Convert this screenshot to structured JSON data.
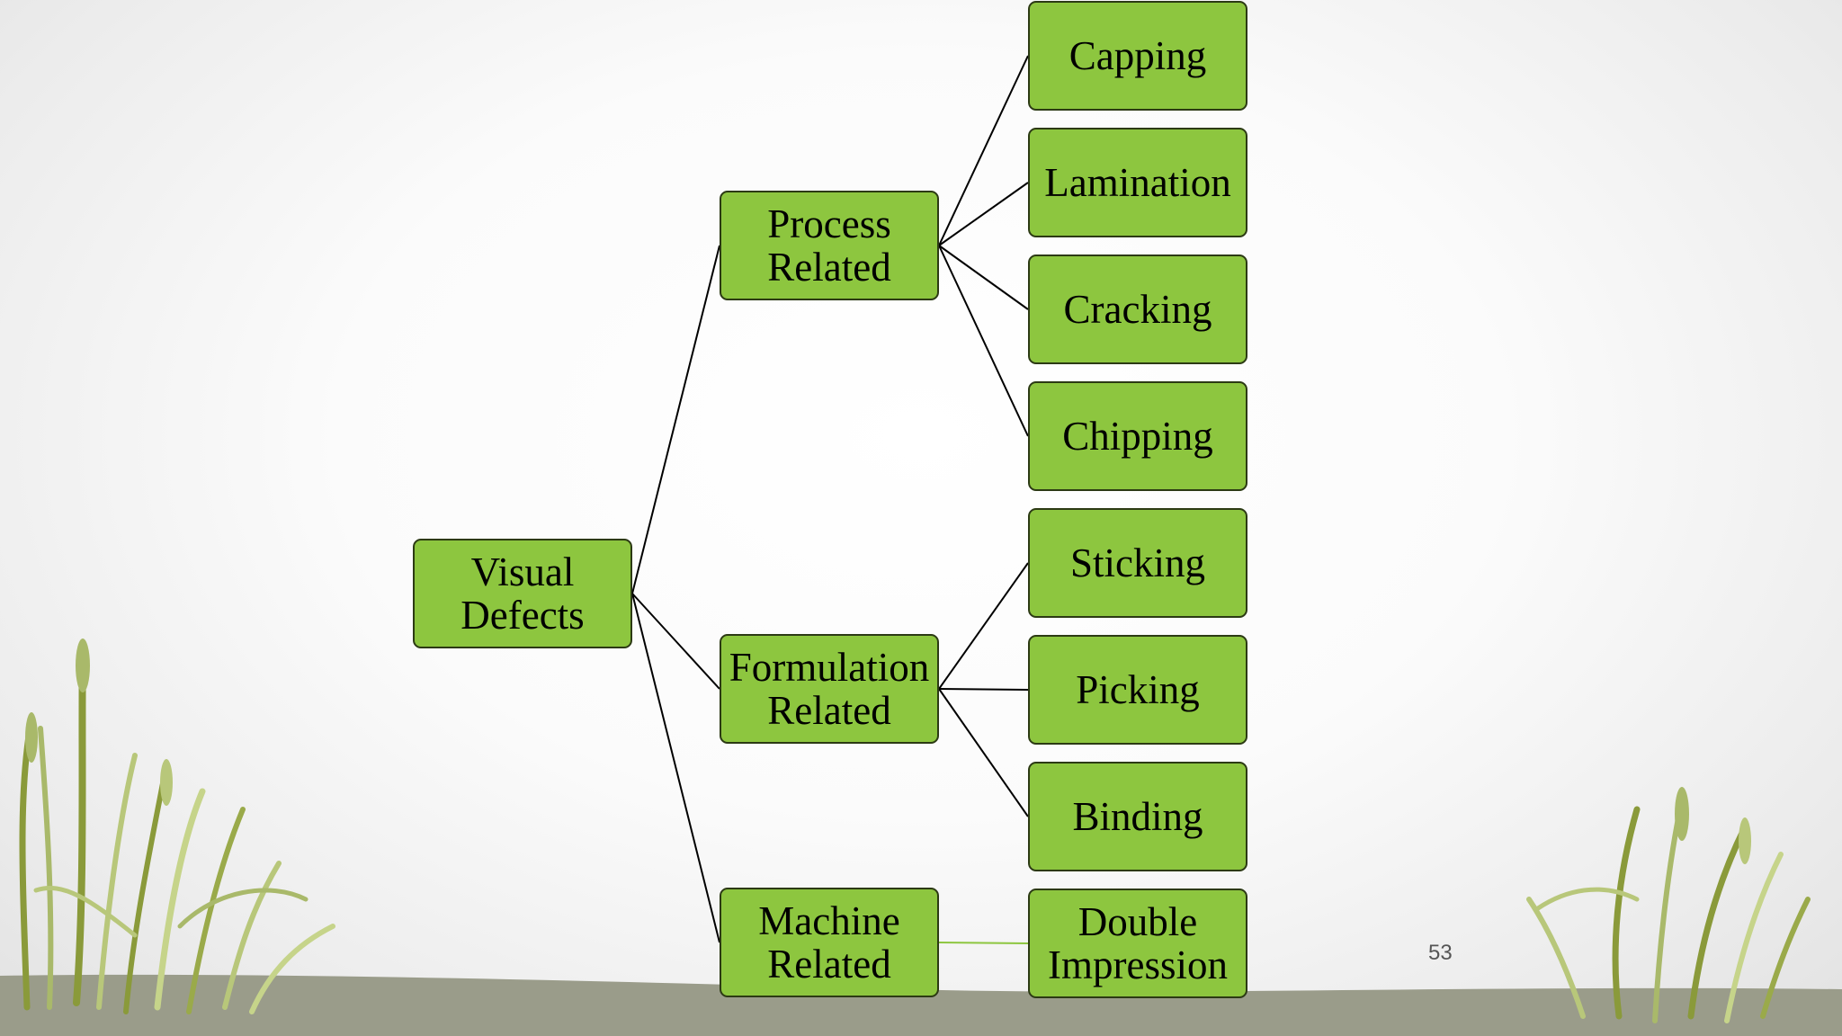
{
  "diagram": {
    "root": {
      "id": "visual",
      "label": "Visual\nDefects"
    },
    "categories": [
      {
        "id": "process",
        "label": "Process\nRelated"
      },
      {
        "id": "formulation",
        "label": "Formulation\nRelated"
      },
      {
        "id": "machine",
        "label": "Machine\nRelated"
      }
    ],
    "leaves": [
      {
        "id": "capping",
        "label": "Capping",
        "parent": "process"
      },
      {
        "id": "lamination",
        "label": "Lamination",
        "parent": "process"
      },
      {
        "id": "cracking",
        "label": "Cracking",
        "parent": "process"
      },
      {
        "id": "chipping",
        "label": "Chipping",
        "parent": "process"
      },
      {
        "id": "sticking",
        "label": "Sticking",
        "parent": "formulation"
      },
      {
        "id": "picking",
        "label": "Picking",
        "parent": "formulation"
      },
      {
        "id": "binding",
        "label": "Binding",
        "parent": "formulation"
      },
      {
        "id": "double-impression",
        "label": "Double\nImpression",
        "parent": "machine"
      }
    ],
    "colors": {
      "node_fill": "#8dc63f",
      "node_border": "#2c3a14",
      "connector": "#000000",
      "machine_connector": "#8dc63f",
      "ground": "#9a9c8a"
    }
  },
  "slide": {
    "page_number": "53"
  },
  "decorations": [
    "grass-left-icon",
    "grass-right-icon",
    "ground-icon"
  ]
}
